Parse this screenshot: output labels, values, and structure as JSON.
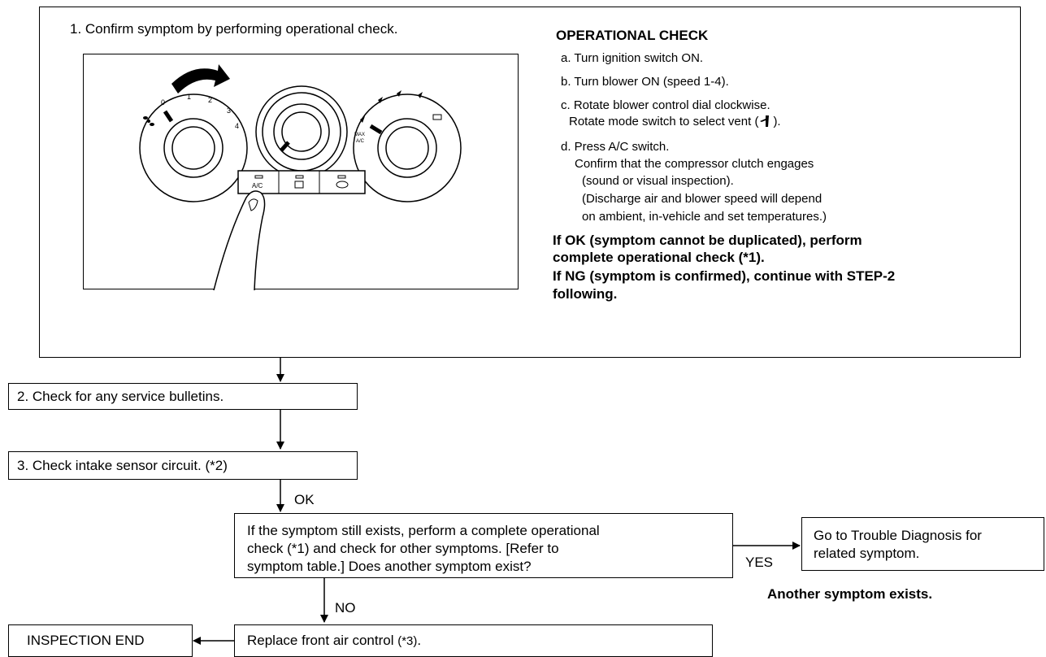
{
  "step1": {
    "title": "1. Confirm symptom by performing operational check.",
    "operational_check": {
      "heading": "OPERATIONAL CHECK",
      "a": "a. Turn ignition switch ON.",
      "b": "b. Turn blower ON (speed 1-4).",
      "c1": "c. Rotate blower control dial clockwise.",
      "c2": "Rotate mode switch to select vent (",
      "c2_end": ").",
      "d1": "d. Press A/C switch.",
      "d2": "Confirm that the compressor clutch engages",
      "d3": "(sound or visual inspection).",
      "d4": "(Discharge air and blower speed will depend",
      "d5": "on ambient, in-vehicle and set temperatures.)",
      "ok1": "If OK (symptom cannot be duplicated), perform",
      "ok2": "complete operational check (*1).",
      "ng1": "If NG (symptom is confirmed), continue with STEP-2",
      "ng2": "following."
    },
    "illustration": {
      "dial_numbers": [
        "0",
        "1",
        "2",
        "3",
        "4"
      ],
      "ac_label": "A/C",
      "max_label": "MAX",
      "max_sub": "A/C",
      "icons": [
        "fan-icon",
        "vent-icon",
        "bilevel-icon",
        "foot-icon",
        "foot-defrost-icon",
        "defrost-icon",
        "rear-defrost-icon",
        "recirculation-icon",
        "finger-icon",
        "arrow-clockwise-icon"
      ]
    }
  },
  "step2": {
    "text": "2. Check for any service bulletins."
  },
  "step3": {
    "text": "3. Check intake sensor circuit. (*2)"
  },
  "ok_label": "OK",
  "decision": {
    "line1": "If the symptom still exists, perform a complete operational",
    "line2": "check (*1) and check for other symptoms. [Refer to",
    "line3": "symptom table.] Does another symptom exist?"
  },
  "yes_label": "YES",
  "yes_box": {
    "line1": "Go to Trouble Diagnosis for",
    "line2": "related symptom."
  },
  "another_symptom": "Another symptom exists.",
  "no_label": "NO",
  "replace": {
    "text": "Replace front air control ",
    "note": "(*3)",
    "end": "."
  },
  "end_box": "INSPECTION END"
}
